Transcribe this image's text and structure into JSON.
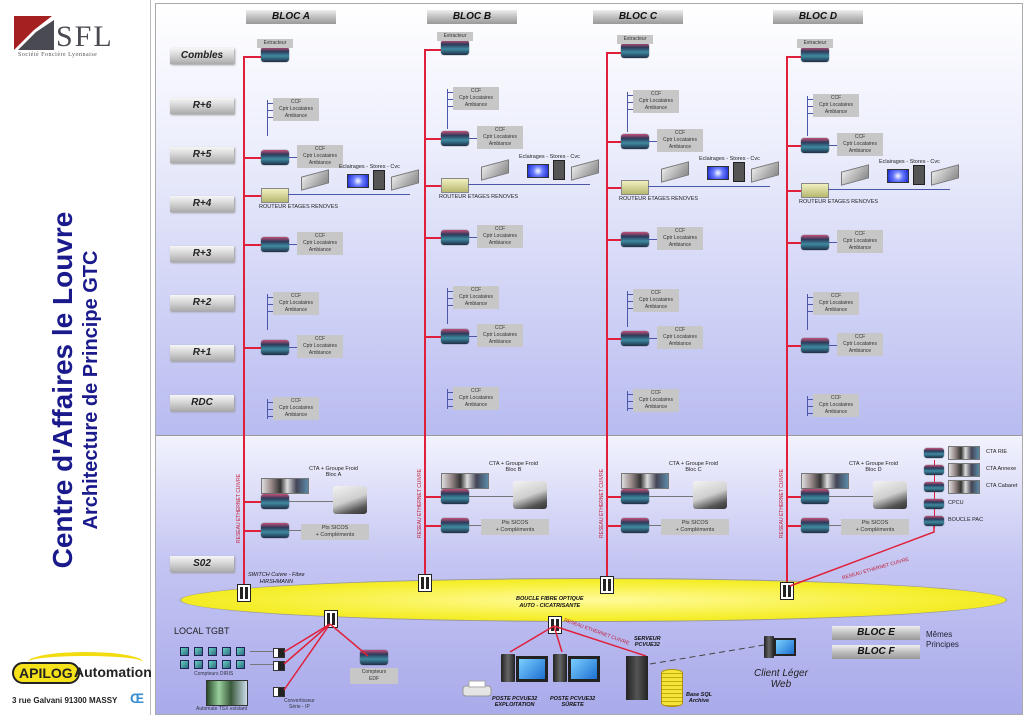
{
  "sidebar": {
    "logo": {
      "brand": "SFL",
      "subtitle": "Société Foncière Lyonnaise"
    },
    "title": "Centre d'Affaires le Louvre",
    "subtitle": "Architecture de Principe GTC",
    "footer": {
      "brand": "APILOG",
      "brand_suffix": "Automation",
      "address": "3 rue Galvani 91300 MASSY"
    }
  },
  "colors": {
    "title": "#1a1a8c",
    "ethernet": "#e0203a",
    "fibre_loop": "#f6ef30",
    "background": "#b9bcf0"
  },
  "floors": [
    "Combles",
    "R+6",
    "R+5",
    "R+4",
    "R+3",
    "R+2",
    "R+1",
    "RDC",
    "S02"
  ],
  "blocs": [
    {
      "name": "BLOC A",
      "cta_label": "CTA + Groupe Froid",
      "cta_bloc": "Bloc A"
    },
    {
      "name": "BLOC B",
      "cta_label": "CTA + Groupe Froid",
      "cta_bloc": "Bloc B"
    },
    {
      "name": "BLOC C",
      "cta_label": "CTA + Groupe Froid",
      "cta_bloc": "Bloc C"
    },
    {
      "name": "BLOC D",
      "cta_label": "CTA + Groupe Froid",
      "cta_bloc": "Bloc D"
    }
  ],
  "labels": {
    "extracteur": "Extracteur",
    "ccf": "CCF",
    "cptr": "Cptr Locataires",
    "ambiance": "Ambiance",
    "eclairages": "Eclairages - Stores - Cvc",
    "routeur": "ROUTEUR ETAGES RENOVES",
    "pts_sicos": "Pts SICOS",
    "complements": "+ Compléments",
    "reseau_ethernet": "RESEAU ETHERNET CUIVRE",
    "switch_line1": "SWITCH Cuivre - Fibre",
    "switch_line2": "HIRSHMANN",
    "boucle_line1": "BOUCLE FIBRE OPTIQUE",
    "boucle_line2": "AUTO - CICATRISANTE"
  },
  "bloc_d_extra": [
    "CTA RIE",
    "CTA Annexe",
    "CTA Cabaret",
    "CPCU",
    "BOUCLE PAC"
  ],
  "local_tgbt": {
    "title": "LOCAL TGBT",
    "compteurs_diris": "Compteurs DIRIS",
    "automate": "Automate TSX existant",
    "convertisseur_line1": "Convertisseur",
    "convertisseur_line2": "Série - IP",
    "compteurs_edf_line1": "Compteurs",
    "compteurs_edf_line2": "EDF"
  },
  "supervision": {
    "poste_exploitation_line1": "POSTE PCVUE32",
    "poste_exploitation_line2": "EXPLOITATION",
    "poste_surete_line1": "POSTE PCVUE32",
    "poste_surete_line2": "SÛRETE",
    "serveur_line1": "SERVEUR",
    "serveur_line2": "PCVUE32",
    "base_line1": "Base SQL",
    "base_line2": "Archive",
    "client_line1": "Client Léger",
    "client_line2": "Web"
  },
  "other_blocs": {
    "items": [
      "BLOC E",
      "BLOC F"
    ],
    "note_line1": "Mêmes",
    "note_line2": "Principes"
  }
}
